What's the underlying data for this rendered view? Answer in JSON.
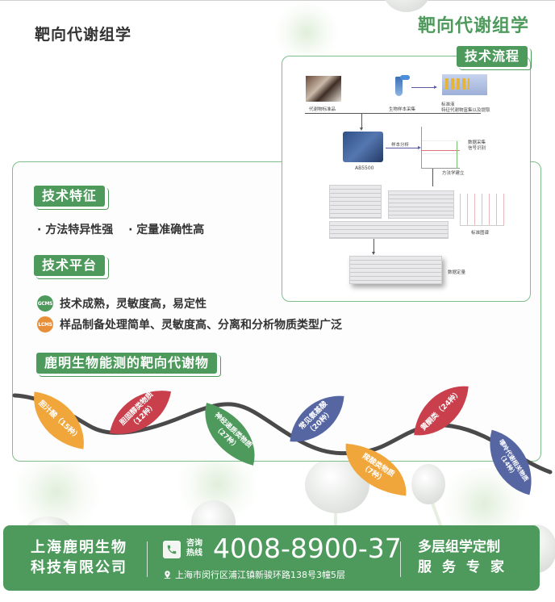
{
  "header": {
    "title_left": "靶向代谢组学",
    "title_right": "靶向代谢组学"
  },
  "flow": {
    "tag": "技术流程",
    "labels": {
      "standards": "代谢物标准品",
      "sample_collection": "生物样本采集",
      "extraction_line1": "标准液",
      "extraction_line2": "特征代谢物富集以及提取",
      "instrument": "AB5500",
      "sample_analysis": "样本分析",
      "data_acq_line1": "数据采集",
      "data_acq_line2": "信号识别",
      "method": "方法学建立",
      "standard_spectra": "标准图谱",
      "quant": "数据定量"
    }
  },
  "features": {
    "tag": "技术特征",
    "items": [
      "· 方法特异性强",
      "· 定量准确性高"
    ]
  },
  "platform": {
    "tag": "技术平台",
    "items": [
      {
        "badge": "GCMS",
        "color": "#4e9a5d",
        "text": "技术成熟，灵敏度高，易定性"
      },
      {
        "badge": "LCMS",
        "color": "#e88f3a",
        "text": "样品制备处理简单、灵敏度高、分离和分析物质类型广泛"
      }
    ]
  },
  "metabolites": {
    "tag": "鹿明生物能测的靶向代谢物",
    "leaves": [
      {
        "label": "胆汁酸（15种）",
        "color": "#f1a63c"
      },
      {
        "label": "胆固醇类物质\n（12种）",
        "color": "#c9404c"
      },
      {
        "label": "神经递质类物质\n（27种）",
        "color": "#4e9a5d"
      },
      {
        "label": "常见氨基酸\n（20种）",
        "color": "#5566a3"
      },
      {
        "label": "羧酸类物质\n（7种）",
        "color": "#f1a63c"
      },
      {
        "label": "黄酮类（24种）",
        "color": "#c9404c"
      },
      {
        "label": "嘌呤代谢相关物质\n（14种）",
        "color": "#5566a3"
      }
    ]
  },
  "footer": {
    "company_line1": "上海鹿明生物",
    "company_line2": "科技有限公司",
    "hotline_label_line1": "咨询",
    "hotline_label_line2": "热线",
    "phone": "4008-8900-37",
    "address": "上海市闵行区浦江镇新骏环路138号3幢5层",
    "slogan_line1": "多层组学定制",
    "slogan_line2": "服务专家"
  },
  "colors": {
    "brand_green": "#4e9a5d",
    "panel_border": "#7fbe8a",
    "orange": "#f1a63c",
    "red": "#c9404c",
    "blue": "#5566a3"
  }
}
